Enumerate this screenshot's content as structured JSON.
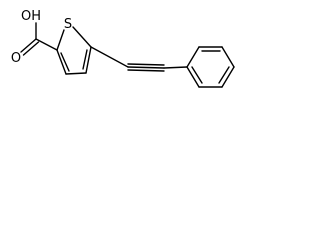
{
  "molecule": {
    "atom_labels": {
      "hydroxyl": "OH",
      "carbonyl_oxygen": "O",
      "sulfur": "S"
    },
    "colors": {
      "bond": "#000000",
      "background": "#ffffff"
    }
  }
}
